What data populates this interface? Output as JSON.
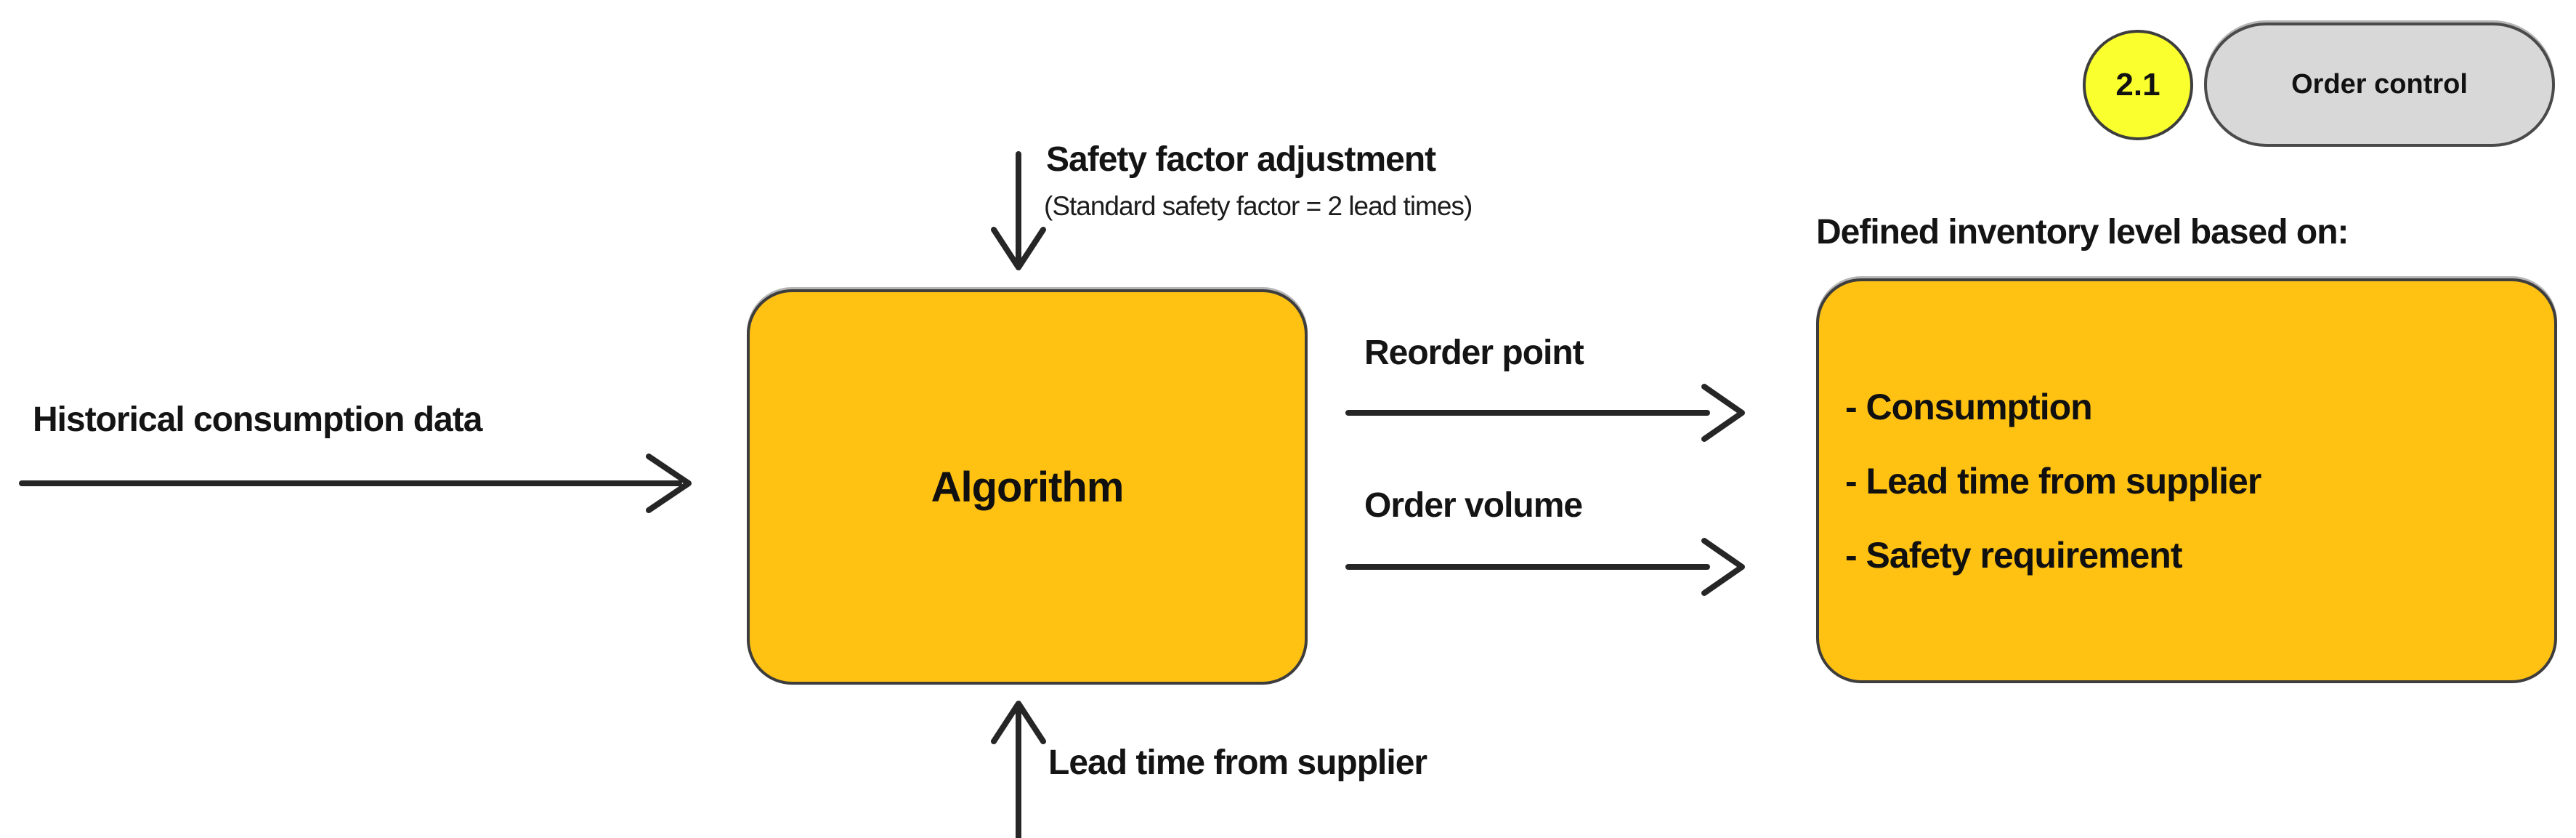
{
  "colors": {
    "background": "#FFFFFF",
    "node_fill": "#FFC112",
    "node_border": "#3D3D3D",
    "badge_fill": "#FAFF2E",
    "pill_fill": "#D8D8D8",
    "arrow": "#262626",
    "text": "#141414"
  },
  "badge": {
    "number": "2.1"
  },
  "pill": {
    "label": "Order control"
  },
  "inputs": {
    "historical_label": "Historical consumption data",
    "safety_title": "Safety factor adjustment",
    "safety_note": "(Standard safety factor = 2 lead times)",
    "lead_time_label": "Lead time from supplier"
  },
  "process": {
    "label": "Algorithm"
  },
  "outputs": {
    "reorder_label": "Reorder point",
    "volume_label": "Order volume"
  },
  "result": {
    "title": "Defined inventory level based on:",
    "items": [
      "- Consumption",
      "- Lead time from supplier",
      "- Safety requirement"
    ]
  }
}
